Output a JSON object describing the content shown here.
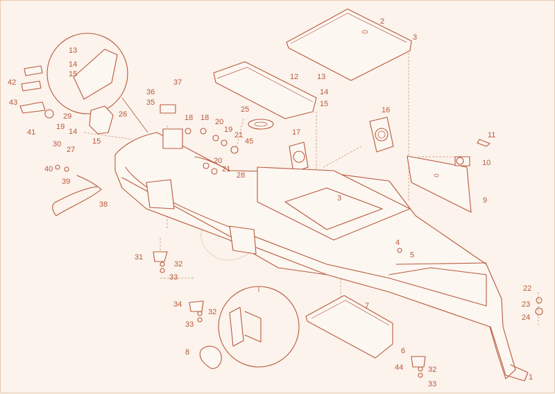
{
  "diagram": {
    "accent_color": "#b8583a",
    "background_color": "#fbf3ec",
    "callouts": [
      "1",
      "2",
      "3",
      "3",
      "4",
      "5",
      "6",
      "7",
      "8",
      "9",
      "10",
      "11",
      "12",
      "13",
      "13",
      "14",
      "14",
      "14",
      "15",
      "15",
      "15",
      "16",
      "17",
      "18",
      "18",
      "19",
      "19",
      "20",
      "20",
      "21",
      "21",
      "22",
      "23",
      "24",
      "25",
      "26",
      "27",
      "28",
      "29",
      "30",
      "31",
      "32",
      "32",
      "32",
      "33",
      "33",
      "33",
      "34",
      "35",
      "36",
      "37",
      "38",
      "39",
      "40",
      "41",
      "42",
      "43",
      "44",
      "45"
    ]
  }
}
